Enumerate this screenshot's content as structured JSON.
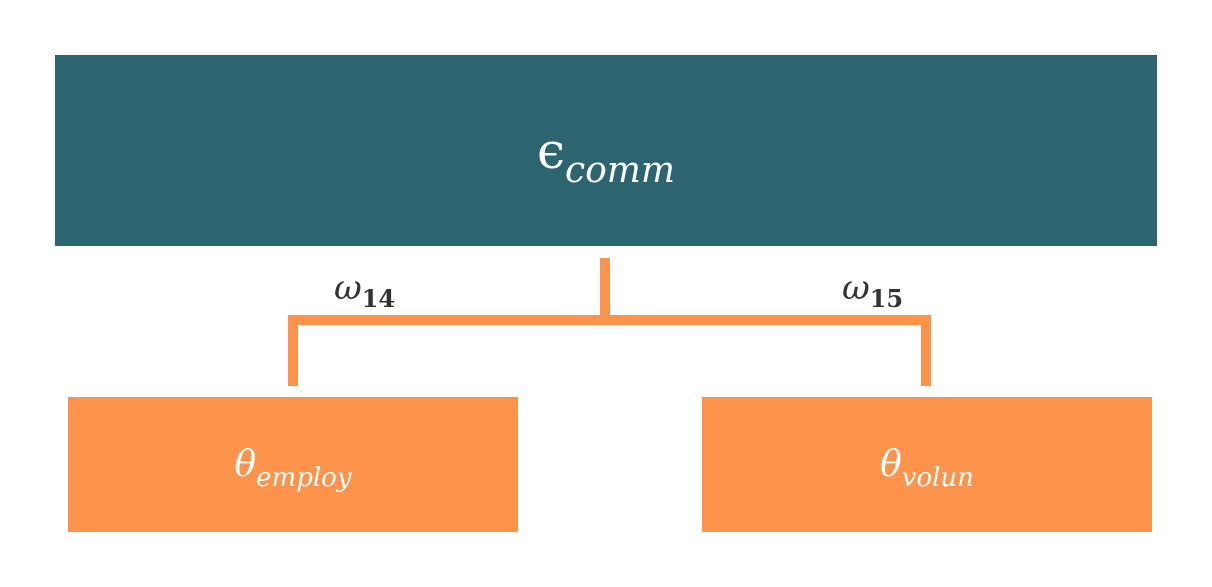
{
  "colors": {
    "parent_fill": "#2c6570",
    "child_fill": "#fe944b",
    "connector": "#fe944b",
    "label_text": "#333333",
    "node_text": "#ffffff"
  },
  "parent": {
    "symbol": "ϵ",
    "subscript": "comm"
  },
  "children": [
    {
      "symbol": "θ",
      "subscript": "employ",
      "edge_symbol": "ω",
      "edge_subscript": "14"
    },
    {
      "symbol": "θ",
      "subscript": "volun",
      "edge_symbol": "ω",
      "edge_subscript": "15"
    }
  ]
}
